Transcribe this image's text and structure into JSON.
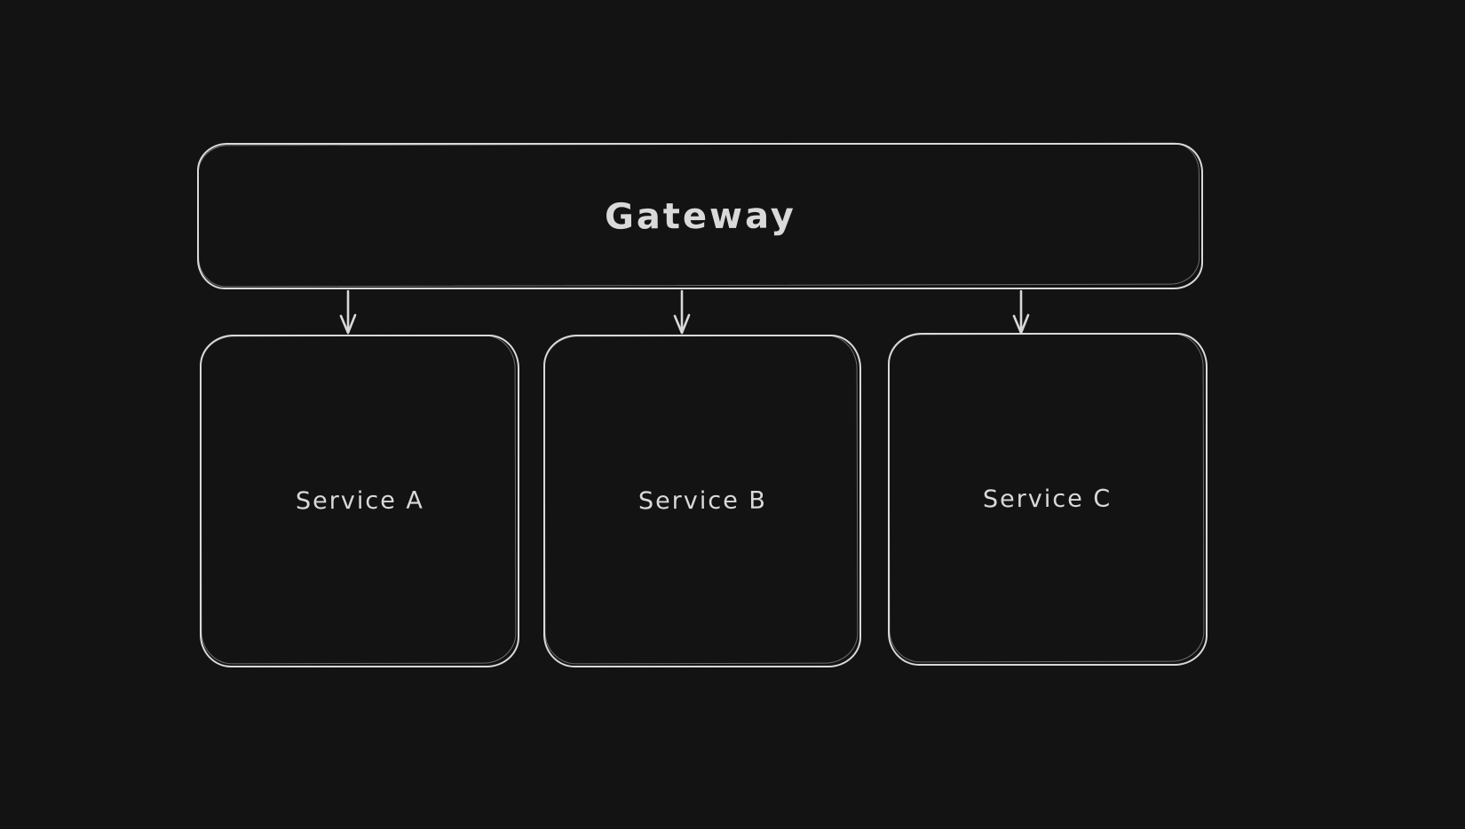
{
  "diagram": {
    "background_color": "#131313",
    "stroke_color": "#d9d9d9",
    "nodes": [
      {
        "id": "gateway",
        "label": "Gateway",
        "shape": "rectangle"
      },
      {
        "id": "service-a",
        "label": "Service A",
        "shape": "rectangle"
      },
      {
        "id": "service-b",
        "label": "Service B",
        "shape": "rectangle"
      },
      {
        "id": "service-c",
        "label": "Service C",
        "shape": "rectangle"
      }
    ],
    "edges": [
      {
        "from": "gateway",
        "to": "service-a",
        "type": "arrow-down"
      },
      {
        "from": "gateway",
        "to": "service-b",
        "type": "arrow-down"
      },
      {
        "from": "gateway",
        "to": "service-c",
        "type": "arrow-down"
      }
    ]
  }
}
